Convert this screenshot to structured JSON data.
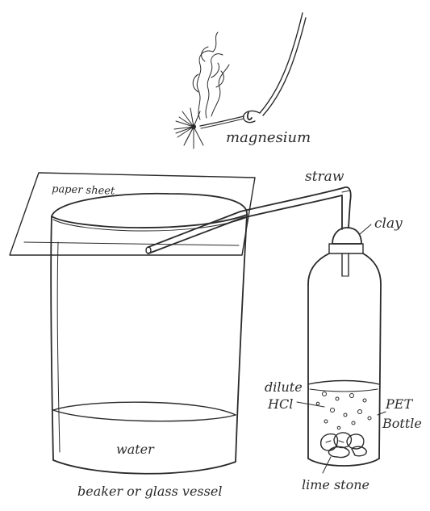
{
  "labels": {
    "magnesium": "magnesium",
    "paper_sheet": "paper sheet",
    "straw": "straw",
    "clay": "clay",
    "dilute": "dilute",
    "hcl": "HCl",
    "pet": "PET",
    "bottle": "Bottle",
    "water": "water",
    "beaker": "beaker or glass vessel",
    "lime_stone": "lime stone"
  }
}
